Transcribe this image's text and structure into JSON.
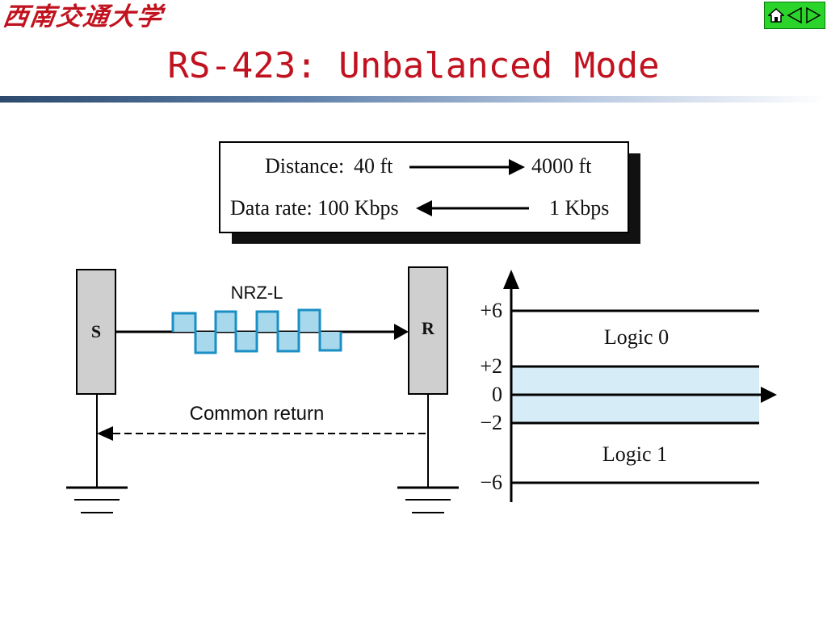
{
  "header": {
    "logo_text": "西南交通大学",
    "title": "RS-423: Unbalanced Mode",
    "nav": [
      "home-icon",
      "previous-icon",
      "next-icon"
    ]
  },
  "box": {
    "distance_label": "Distance:",
    "distance_from": "40  ft",
    "distance_to": "4000  ft",
    "rate_label": "Data rate: 100 Kbps",
    "rate_to": "1 Kbps"
  },
  "circuit": {
    "sender": "S",
    "receiver": "R",
    "signal_label": "NRZ-L",
    "return_label": "Common return"
  },
  "levels": {
    "ticks": [
      "+6",
      "+2",
      "0",
      "−2",
      "−6"
    ],
    "logic0": "Logic  0",
    "logic1": "Logic  1"
  },
  "colors": {
    "title": "#c1121f",
    "wave_fill": "#a8d8ec",
    "wave_stroke": "#1a8fc4",
    "band_fill": "#d6edf8",
    "nav_bg": "#2bd42b"
  }
}
